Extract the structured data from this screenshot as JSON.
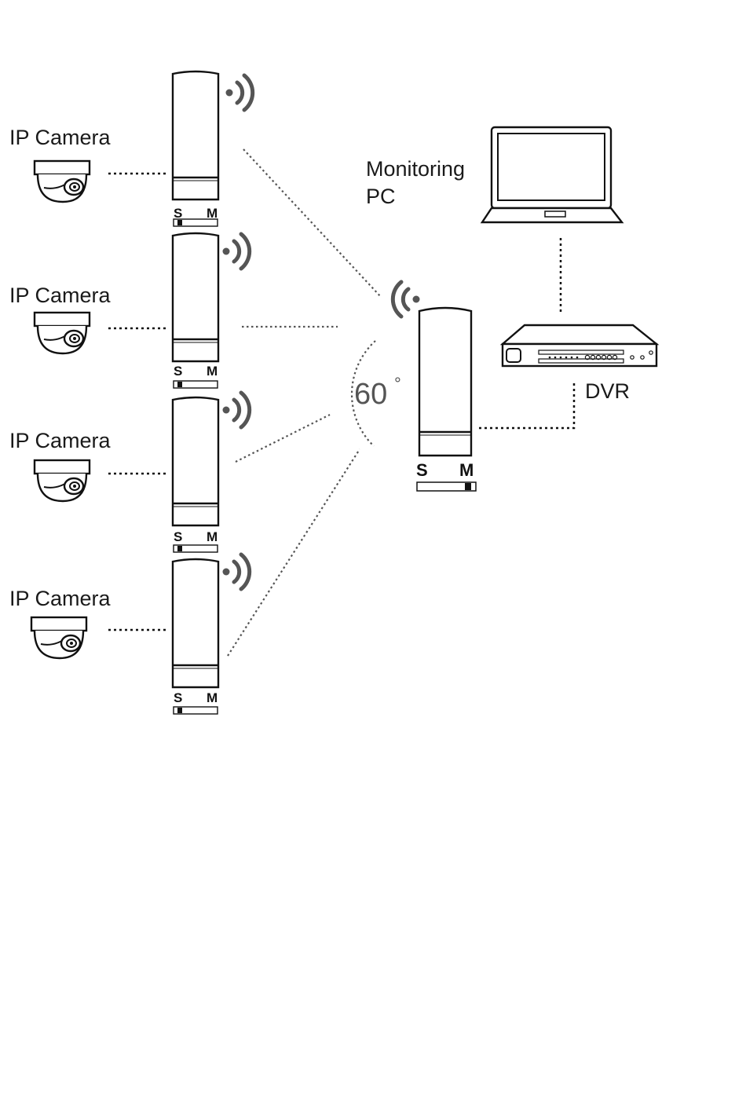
{
  "cameras": [
    {
      "label": "IP Camera",
      "switch_s": "S",
      "switch_m": "M"
    },
    {
      "label": "IP Camera",
      "switch_s": "S",
      "switch_m": "M"
    },
    {
      "label": "IP Camera",
      "switch_s": "S",
      "switch_m": "M"
    },
    {
      "label": "IP Camera",
      "switch_s": "S",
      "switch_m": "M"
    }
  ],
  "master": {
    "switch_s": "S",
    "switch_m": "M",
    "angle": "60"
  },
  "monitoring_pc": {
    "line1": "Monitoring",
    "line2": "PC"
  },
  "dvr": {
    "label": "DVR"
  },
  "icons": [
    "dome-camera-icon",
    "cpe-antenna-icon",
    "wireless-signal-icon",
    "laptop-icon",
    "dvr-icon"
  ],
  "colors": {
    "line": "#111111",
    "signal": "#555555",
    "background": "#ffffff"
  }
}
